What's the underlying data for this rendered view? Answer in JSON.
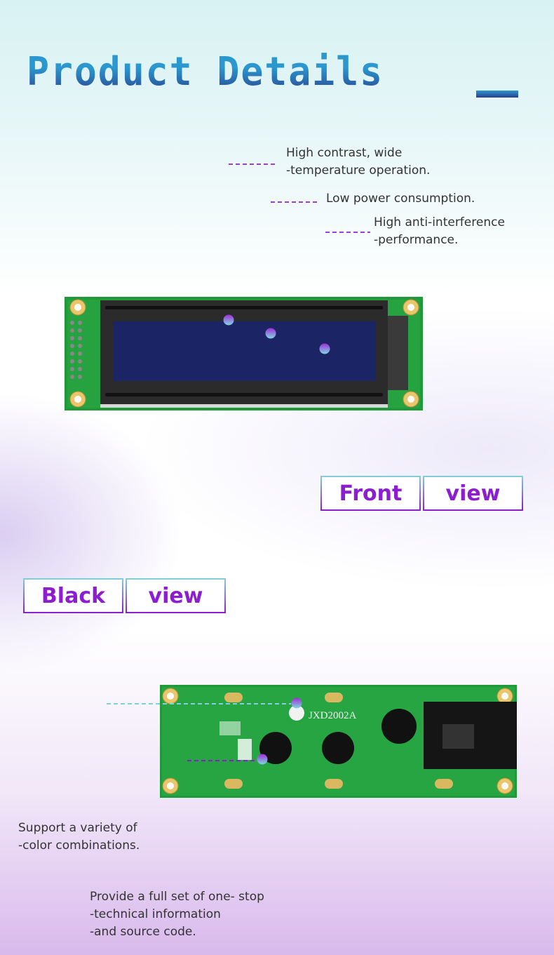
{
  "header": {
    "title": "Product Details"
  },
  "front": {
    "callouts": [
      {
        "text": "High contrast, wide\n-temperature operation."
      },
      {
        "text": "Low power consumption."
      },
      {
        "text": "High anti-interference\n-performance."
      }
    ],
    "view_label": [
      "Front",
      "view"
    ]
  },
  "back": {
    "view_label": [
      "Black",
      "view"
    ],
    "board_label": "JXD2002A",
    "callouts": [
      {
        "text": "Support a variety of\n-color combinations."
      },
      {
        "text": "Provide a full set of one- stop\n-technical information\n-and source code."
      }
    ]
  },
  "colors": {
    "title_top": "#2a98cf",
    "title_bottom": "#2a3f8e",
    "accent_purple": "#8c1ed0",
    "accent_cyan": "#7fd0d8",
    "pcb_green": "#1f9a3a",
    "lcd_blue": "#1b2464"
  }
}
